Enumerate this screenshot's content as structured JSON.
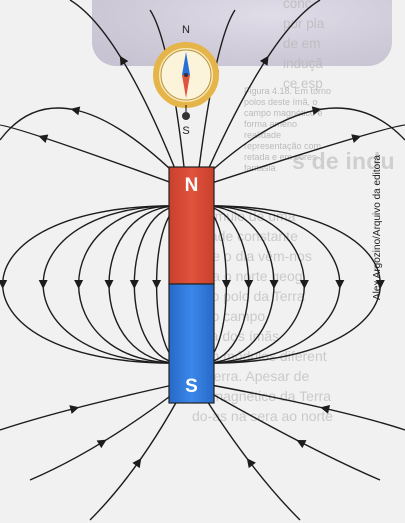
{
  "magnet": {
    "north_label": "N",
    "south_label": "S"
  },
  "compass": {
    "north_label": "N",
    "south_label": "S"
  },
  "credit": "Alex Argozino/Arquivo da editora",
  "colors": {
    "north_pole": "#e0533c",
    "south_pole": "#2f7fe6",
    "field_lines": "#1c1c1c",
    "compass_ring": "#e6b54a",
    "background": "#f1f1f1"
  },
  "background_text": {
    "top_paragraph": "conc\npor pla\nde em\ninduçã\nce esp",
    "caption": "Figura 4.18. Em torno\npolos deste ímã, o\ncampo magnético é\nforma ameno\nrealidade\nrepresentação com\nretada e em cores\nfantasia",
    "heading": "s de indu",
    "body_paragraph": "acúmulo de uma\nsidade constante\nobre o dia vêm-nos\npara o norte geog\nna o polo da Terra\no do campo\nbela dos ímãs\nbem módulos diferent\nla Terra. Apesar de\npo magnético da Terra\ndo-as na sera ao norte"
  }
}
